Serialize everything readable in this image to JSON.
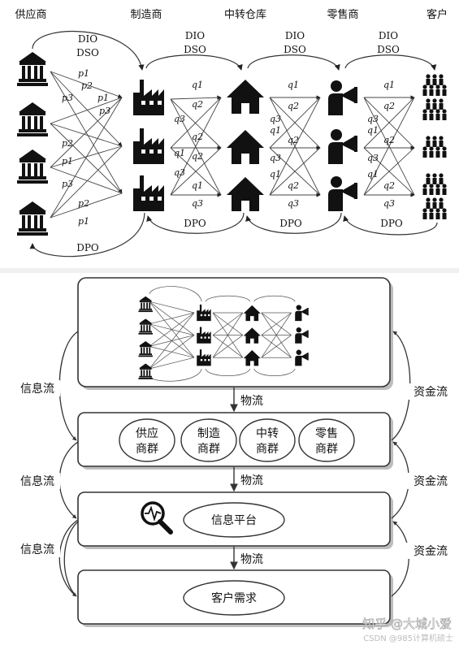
{
  "top": {
    "stages": [
      "供应商",
      "制造商",
      "中转仓库",
      "零售商",
      "客户"
    ],
    "upper_labels": [
      {
        "dio": "DIO",
        "dso": "DSO"
      },
      {
        "dio": "DIO",
        "dso": "DSO"
      },
      {
        "dio": "DIO",
        "dso": "DSO"
      },
      {
        "dio": "DIO",
        "dso": "DSO"
      }
    ],
    "lower_labels": [
      "DPO",
      "DPO",
      "DPO",
      "DPO"
    ],
    "p_labels": [
      "p1",
      "p2",
      "p3",
      "p1",
      "p3",
      "p2",
      "p1",
      "p3",
      "p2",
      "p1"
    ],
    "q_labels": [
      "q1",
      "q2",
      "q3",
      "q1",
      "q2",
      "q3",
      "q1",
      "q2",
      "q3"
    ]
  },
  "bottom": {
    "flow_label": "物流",
    "left_labels": [
      "信息流",
      "信息流",
      "信息流"
    ],
    "right_labels": [
      "资金流",
      "资金流",
      "资金流"
    ],
    "groups": [
      {
        "line1": "供应",
        "line2": "商群"
      },
      {
        "line1": "制造",
        "line2": "商群"
      },
      {
        "line1": "中转",
        "line2": "商群"
      },
      {
        "line1": "零售",
        "line2": "商群"
      }
    ],
    "platform": "信息平台",
    "demand": "客户需求",
    "icon": "monitor-search-icon"
  },
  "watermark": {
    "line1": "知乎 @大城小爱",
    "line2": "CSDN @985计算机硕士"
  }
}
